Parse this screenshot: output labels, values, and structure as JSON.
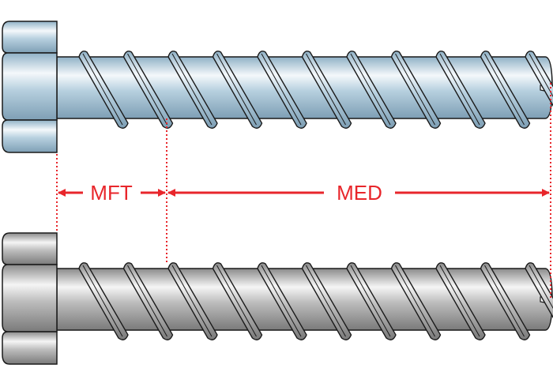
{
  "labels": {
    "mft": "MFT",
    "med": "MED"
  },
  "colors": {
    "dimension": "#e8262b",
    "zinc": "#a9c6d8",
    "steel": "#a0a0a0",
    "outline": "#1a1a1a"
  },
  "screws": [
    {
      "name": "zinc-plated-screw",
      "finish": "zinc"
    },
    {
      "name": "steel-screw",
      "finish": "steel"
    }
  ]
}
